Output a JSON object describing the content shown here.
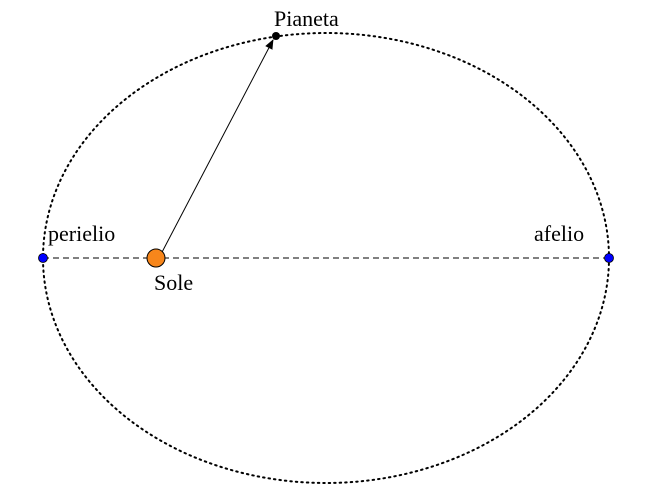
{
  "labels": {
    "planet": "Pianeta",
    "perihelion": "perielio",
    "aphelion": "afelio",
    "sun": "Sole"
  },
  "colors": {
    "sun_fill": "#f7861b",
    "apsis_points": "#0000ff",
    "orbit": "#000000",
    "planet": "#000000"
  },
  "icons": {
    "sun": "sun-disc",
    "planet": "planet-dot",
    "perihelion": "perihelion-point",
    "aphelion": "aphelion-point",
    "radius_vector": "arrow"
  }
}
